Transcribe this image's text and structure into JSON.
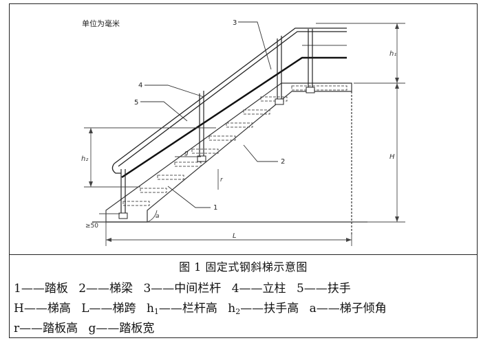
{
  "diagram": {
    "unit_note": "单位为毫米",
    "callouts": {
      "c1": "1",
      "c2": "2",
      "c3": "3",
      "c4": "4",
      "c5": "5"
    },
    "dims": {
      "h1": "h₁",
      "h2": "h₂",
      "H": "H",
      "L": "L",
      "g": "g",
      "r": "r",
      "a": "a",
      "base": "≥50"
    }
  },
  "caption": {
    "title": "图 1  固定式钢斜梯示意图",
    "legend": [
      {
        "key": "1",
        "text": "1——踏板"
      },
      {
        "key": "2",
        "text": "2——梯梁"
      },
      {
        "key": "3",
        "text": "3——中间栏杆"
      },
      {
        "key": "4",
        "text": "4——立柱"
      },
      {
        "key": "5",
        "text": "5——扶手"
      },
      {
        "key": "H",
        "text": "H——梯高"
      },
      {
        "key": "L",
        "text": "L——梯跨"
      },
      {
        "key": "h1",
        "prefix": "h",
        "sub": "1",
        "rest": "——栏杆高"
      },
      {
        "key": "h2",
        "prefix": "h",
        "sub": "2",
        "rest": "——扶手高"
      },
      {
        "key": "a",
        "text": "a——梯子倾角"
      },
      {
        "key": "r",
        "text": "r——踏板高"
      },
      {
        "key": "g",
        "text": "g——踏板宽"
      }
    ]
  }
}
